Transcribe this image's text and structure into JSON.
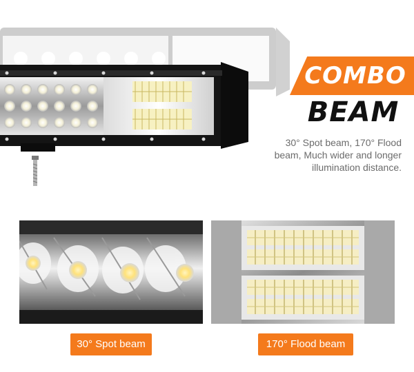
{
  "title": {
    "line1": "COMBO",
    "line2": "BEAM"
  },
  "description": {
    "lines": [
      "30° Spot beam, 170° Flood",
      "beam, Much wider and longer",
      "illumination distance."
    ]
  },
  "labels": {
    "spot": "30° Spot beam",
    "flood": "170° Flood beam"
  },
  "colors": {
    "accent": "#f47a1c",
    "title_dark": "#111111",
    "description_text": "#6b6b6b",
    "bar_housing": "#141414"
  }
}
